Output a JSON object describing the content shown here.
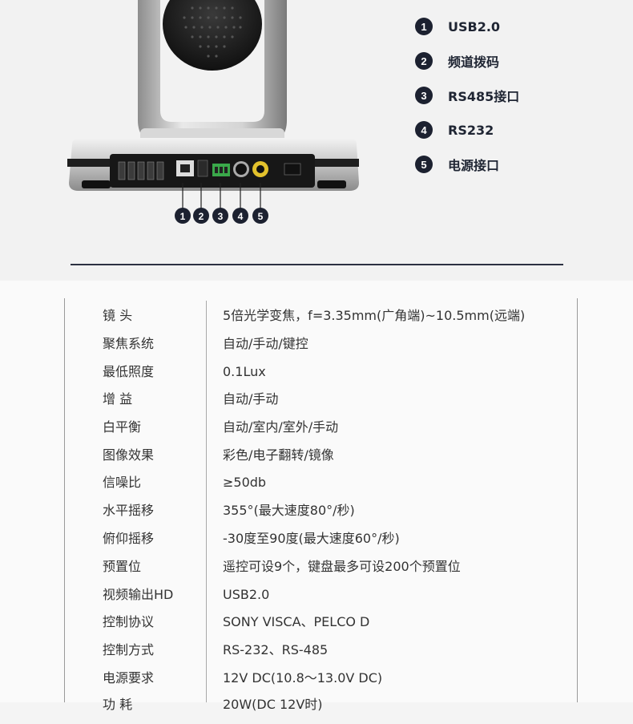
{
  "legend": [
    {
      "num": "1",
      "label": "USB2.0"
    },
    {
      "num": "2",
      "label": "频道拨码"
    },
    {
      "num": "3",
      "label": "RS485接口"
    },
    {
      "num": "4",
      "label": "RS232"
    },
    {
      "num": "5",
      "label": "电源接口"
    }
  ],
  "port_markers": [
    "1",
    "2",
    "3",
    "4",
    "5"
  ],
  "specs": [
    {
      "label": "镜    头",
      "value": "5倍光学变焦，f=3.35mm(广角端)~10.5mm(远端)"
    },
    {
      "label": "聚焦系统",
      "value": "自动/手动/键控"
    },
    {
      "label": "最低照度",
      "value": "0.1Lux"
    },
    {
      "label": "增    益",
      "value": "自动/手动"
    },
    {
      "label": "白平衡",
      "value": "自动/室内/室外/手动"
    },
    {
      "label": "图像效果",
      "value": "彩色/电子翻转/镜像"
    },
    {
      "label": "信噪比",
      "value": "≥50db"
    },
    {
      "label": "水平摇移",
      "value": "355°(最大速度80°/秒)"
    },
    {
      "label": "俯仰摇移",
      "value": "-30度至90度(最大速度60°/秒)"
    },
    {
      "label": "预置位",
      "value": "遥控可设9个，键盘最多可设200个预置位"
    },
    {
      "label": "视频输出HD",
      "value": "USB2.0"
    },
    {
      "label": "控制协议",
      "value": "SONY VISCA、PELCO D"
    },
    {
      "label": "控制方式",
      "value": "RS-232、RS-485"
    },
    {
      "label": "电源要求",
      "value": "12V DC(10.8～13.0V DC)"
    },
    {
      "label": "功    耗",
      "value": "20W(DC 12V时)"
    }
  ]
}
